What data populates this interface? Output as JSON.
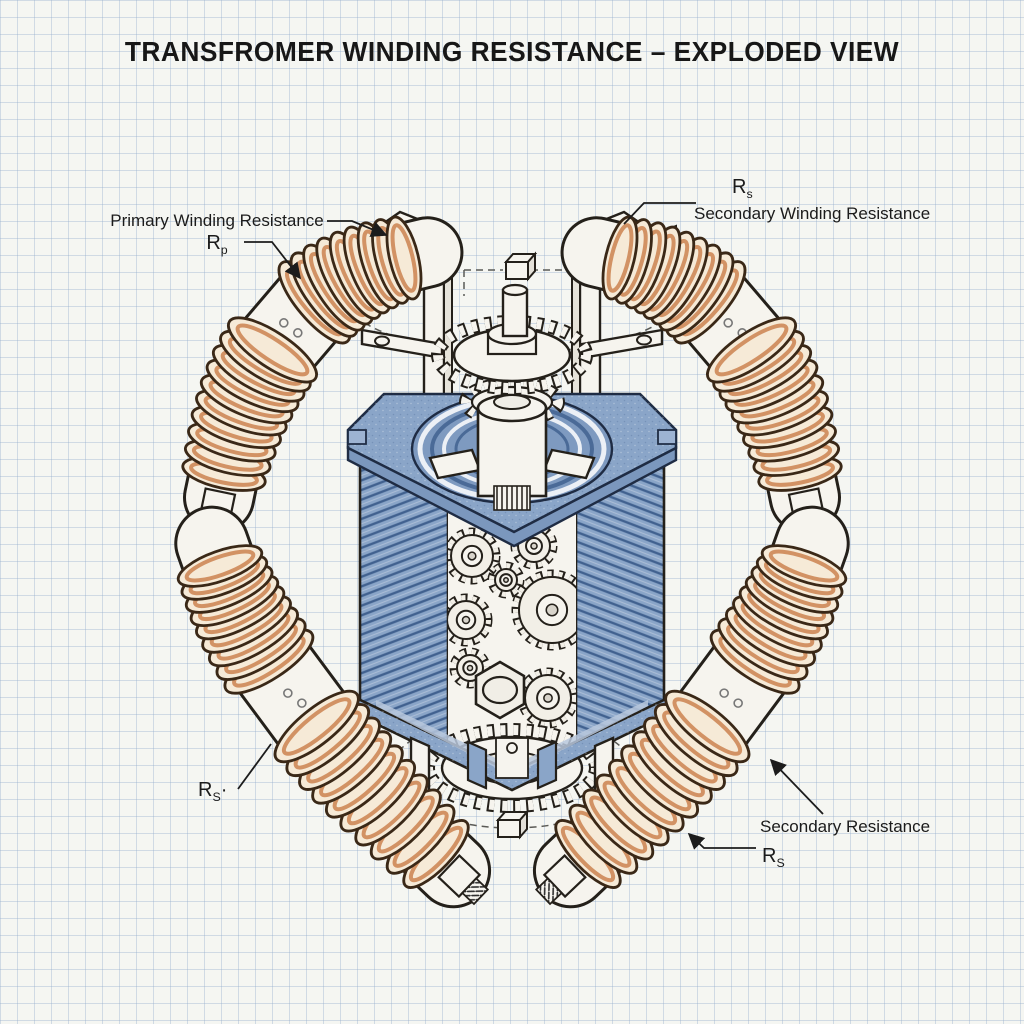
{
  "title": "TRANSFROMER WINDING RESISTANCE – EXPLODED VIEW",
  "labels": {
    "primary": {
      "text": "Primary Winding Resistance",
      "symbol_base": "R",
      "symbol_sub": "p"
    },
    "secondary_top": {
      "symbol_base": "R",
      "symbol_sub": "s",
      "text": "Secondary Winding Resistance"
    },
    "secondary_left": {
      "symbol_base": "R",
      "symbol_sub": "S",
      "suffix": "·"
    },
    "secondary_bottom": {
      "text": "Secondary Resistance",
      "symbol_base": "R",
      "symbol_sub": "S"
    }
  },
  "colors": {
    "paper": "#f5f6f2",
    "grid_line": "#ccd9e6",
    "ink": "#1c1c1c",
    "core_blue": "#8aa5c8",
    "core_blue_dark": "#41618f",
    "core_blue_light": "#b8c8dd",
    "recess_blue": "#7e9ac0",
    "copper_light": "#f6ead7",
    "copper": "#d29264",
    "copper_dark": "#3a2817",
    "machine_white": "#f6f4ee",
    "outline": "#24201a",
    "construction": "#5a5a56"
  }
}
